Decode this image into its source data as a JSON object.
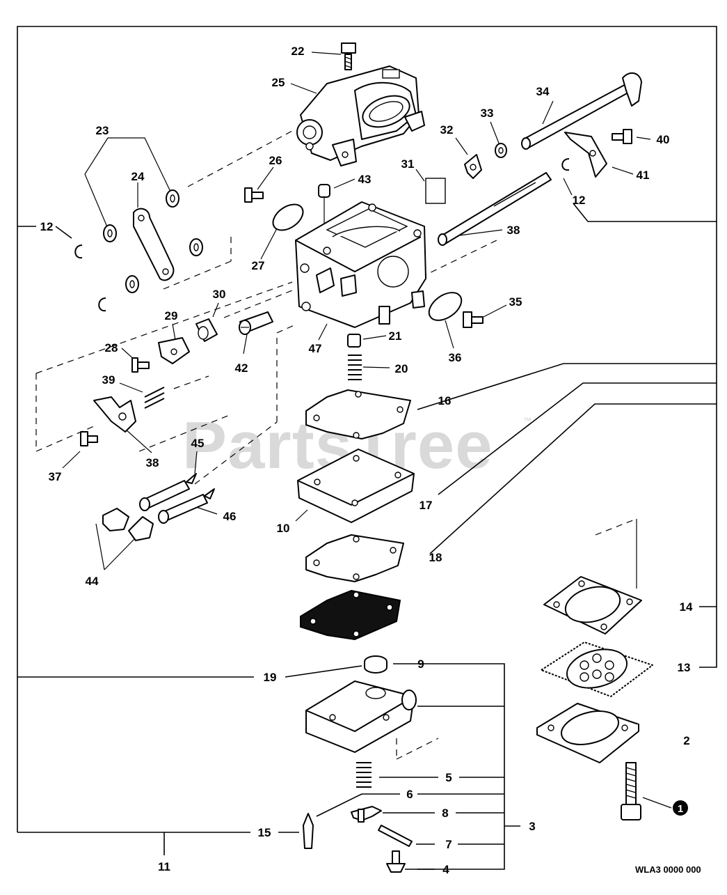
{
  "diagram": {
    "watermark": "PartsTree",
    "trademark": "™",
    "drawing_code": "WLA3 0000 000",
    "note_marker": "1",
    "callouts": {
      "c1": "22",
      "c2": "25",
      "c3": "34",
      "c4": "33",
      "c5": "32",
      "c6": "40",
      "c7": "23",
      "c8": "24",
      "c9": "26",
      "c10": "43",
      "c11": "31",
      "c12": "41",
      "c13": "12",
      "c14": "12",
      "c15": "27",
      "c16": "38",
      "c17": "30",
      "c18": "29",
      "c19": "35",
      "c20": "28",
      "c21": "42",
      "c22": "47",
      "c23": "21",
      "c24": "36",
      "c25": "20",
      "c26": "39",
      "c27": "16",
      "c28": "45",
      "c29": "37",
      "c30": "38",
      "c31": "46",
      "c32": "17",
      "c33": "10",
      "c34": "18",
      "c35": "44",
      "c36": "14",
      "c37": "9",
      "c38": "13",
      "c39": "19",
      "c40": "2",
      "c41": "5",
      "c42": "6",
      "c43": "8",
      "c44": "15",
      "c45": "3",
      "c46": "7",
      "c47": "11",
      "c48": "4"
    }
  }
}
